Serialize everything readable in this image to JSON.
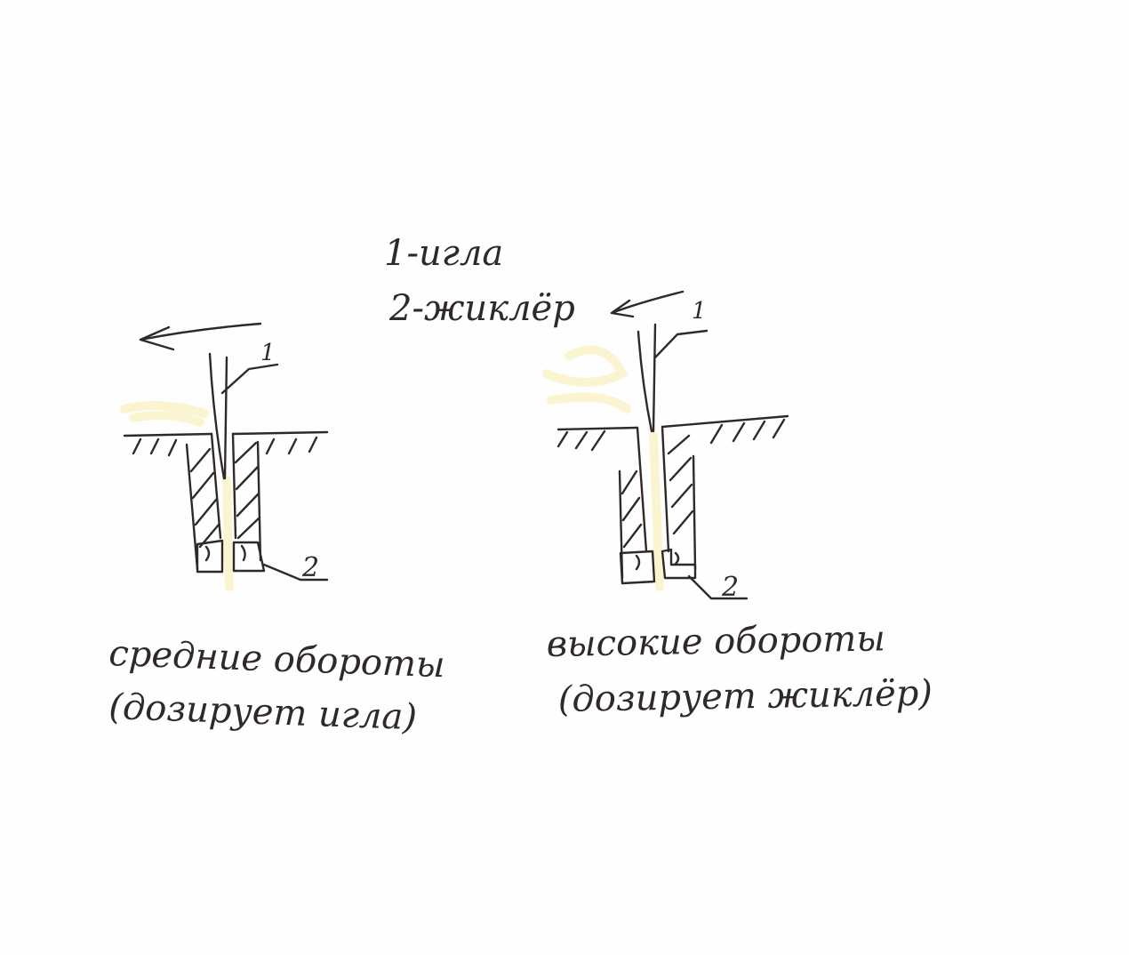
{
  "legend": {
    "item1": "1-игла",
    "item2": "2-жиклёр"
  },
  "left_figure": {
    "needle_label": "1",
    "jet_label": "2",
    "caption_line1": "средние обороты",
    "caption_line2": "(дозирует игла)"
  },
  "right_figure": {
    "needle_label": "1",
    "jet_label": "2",
    "caption_line1": "высокие обороты",
    "caption_line2": "(дозирует жиклёр)"
  },
  "colors": {
    "ink": "#2f2a28",
    "highlight": "#f6efb0",
    "paper": "#fefefe"
  }
}
